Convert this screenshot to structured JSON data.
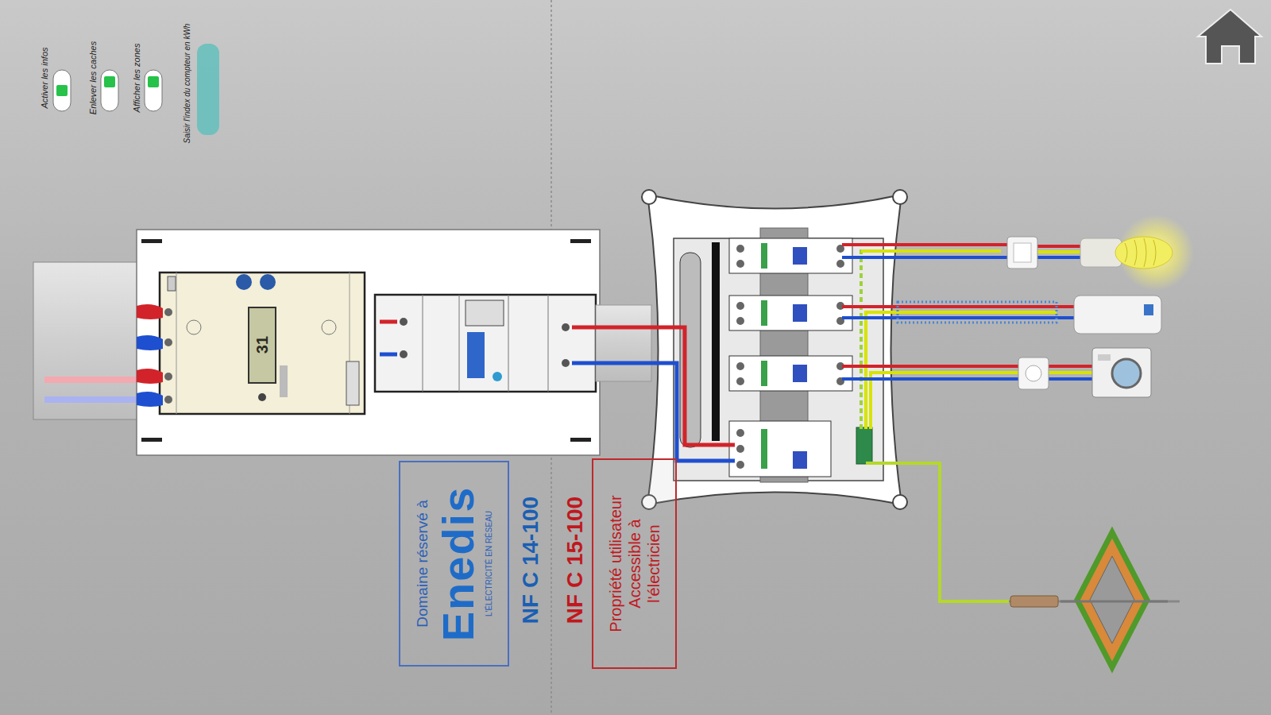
{
  "diagram": {
    "nodes": [
      {
        "text": [
          "Domaine réservé à",
          "Enedis",
          "L'ÉLECTRICITÉ EN RÉSEAU"
        ]
      },
      {
        "text": [
          "Propriété utilisateur Accessible à l'électricien"
        ]
      }
    ],
    "labels": [
      "Activer les infos",
      "Enlever les caches",
      "Afficher les zones",
      "Saisir l'index du compteur en kWh",
      "31",
      "NF C 14-100",
      "NF C 15-100"
    ]
  }
}
